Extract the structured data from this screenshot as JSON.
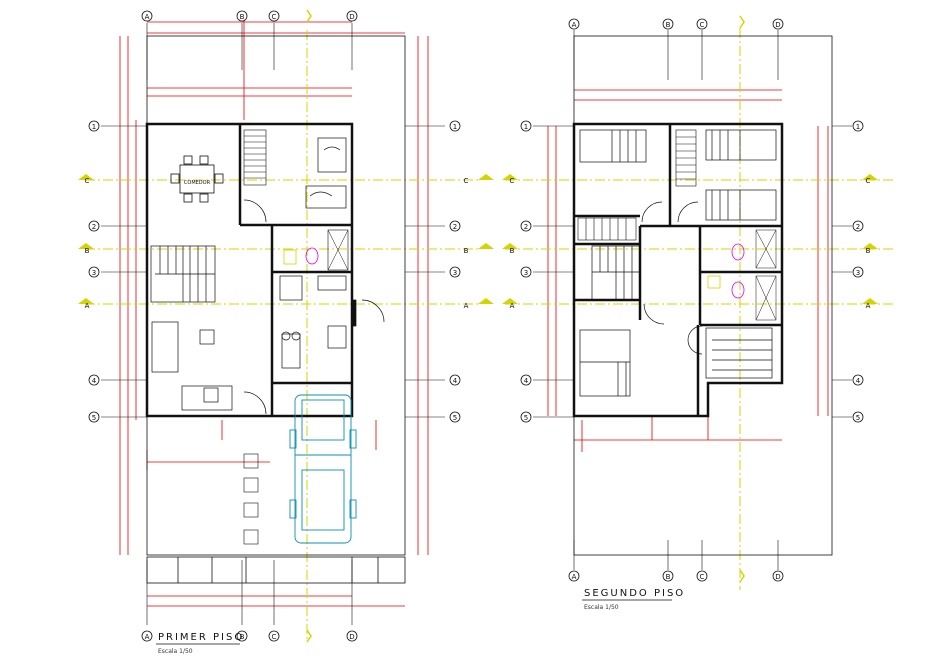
{
  "floors": [
    {
      "title": "PRIMER  PISO",
      "scale": "Escala 1/50"
    },
    {
      "title": "SEGUNDO  PISO",
      "scale": "Escala 1/50"
    }
  ],
  "axis_letters": [
    "A",
    "B",
    "C",
    "D"
  ],
  "axis_numbers": [
    "1",
    "2",
    "3",
    "4",
    "5"
  ],
  "section_marks": [
    "A",
    "B",
    "C"
  ],
  "room_labels": [
    "COMEDOR"
  ],
  "colors": {
    "walls": "#111111",
    "dimensions": "#e00000",
    "axes": "#d4d400",
    "vehicle": "#0a8fb0",
    "fixtures": "#e600e6"
  }
}
